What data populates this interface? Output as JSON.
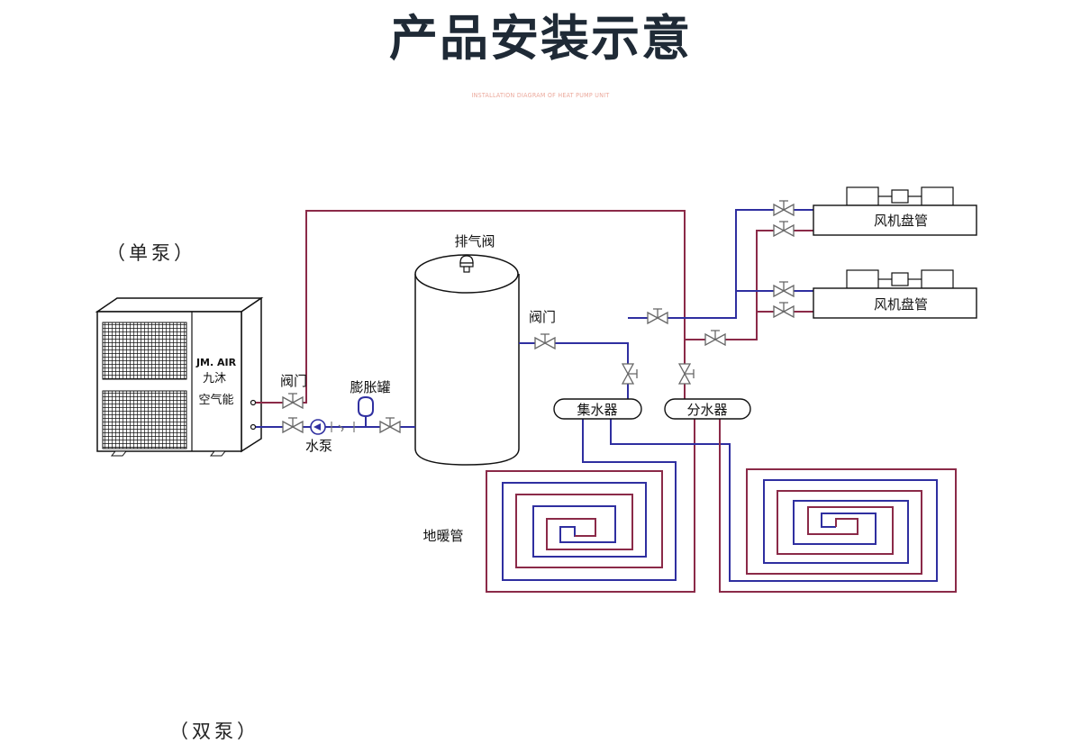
{
  "header": {
    "title": "产品安装示意",
    "subtitle": "INSTALLATION DIAGRAM OF HEAT PUMP UNIT"
  },
  "notes": {
    "single_pump": "（单泵）",
    "double_pump": "（双泵）"
  },
  "unit": {
    "brand_en": "JM. AIR",
    "brand_cn": "九沐",
    "type": "空气能"
  },
  "labels": {
    "valve_left": "阀门",
    "water_pump": "水泵",
    "expansion_tank": "膨胀罐",
    "exhaust_valve": "排气阀",
    "valve_tank": "阀门",
    "collector": "集水器",
    "distributor": "分水器",
    "fan_coil_1": "风机盘管",
    "fan_coil_2": "风机盘管",
    "floor_heating": "地暖管"
  },
  "colors": {
    "supply_pipe": "#8b2a48",
    "return_pipe": "#2f2fa0",
    "title": "#1f2a36",
    "subtitle": "#eba89b"
  }
}
